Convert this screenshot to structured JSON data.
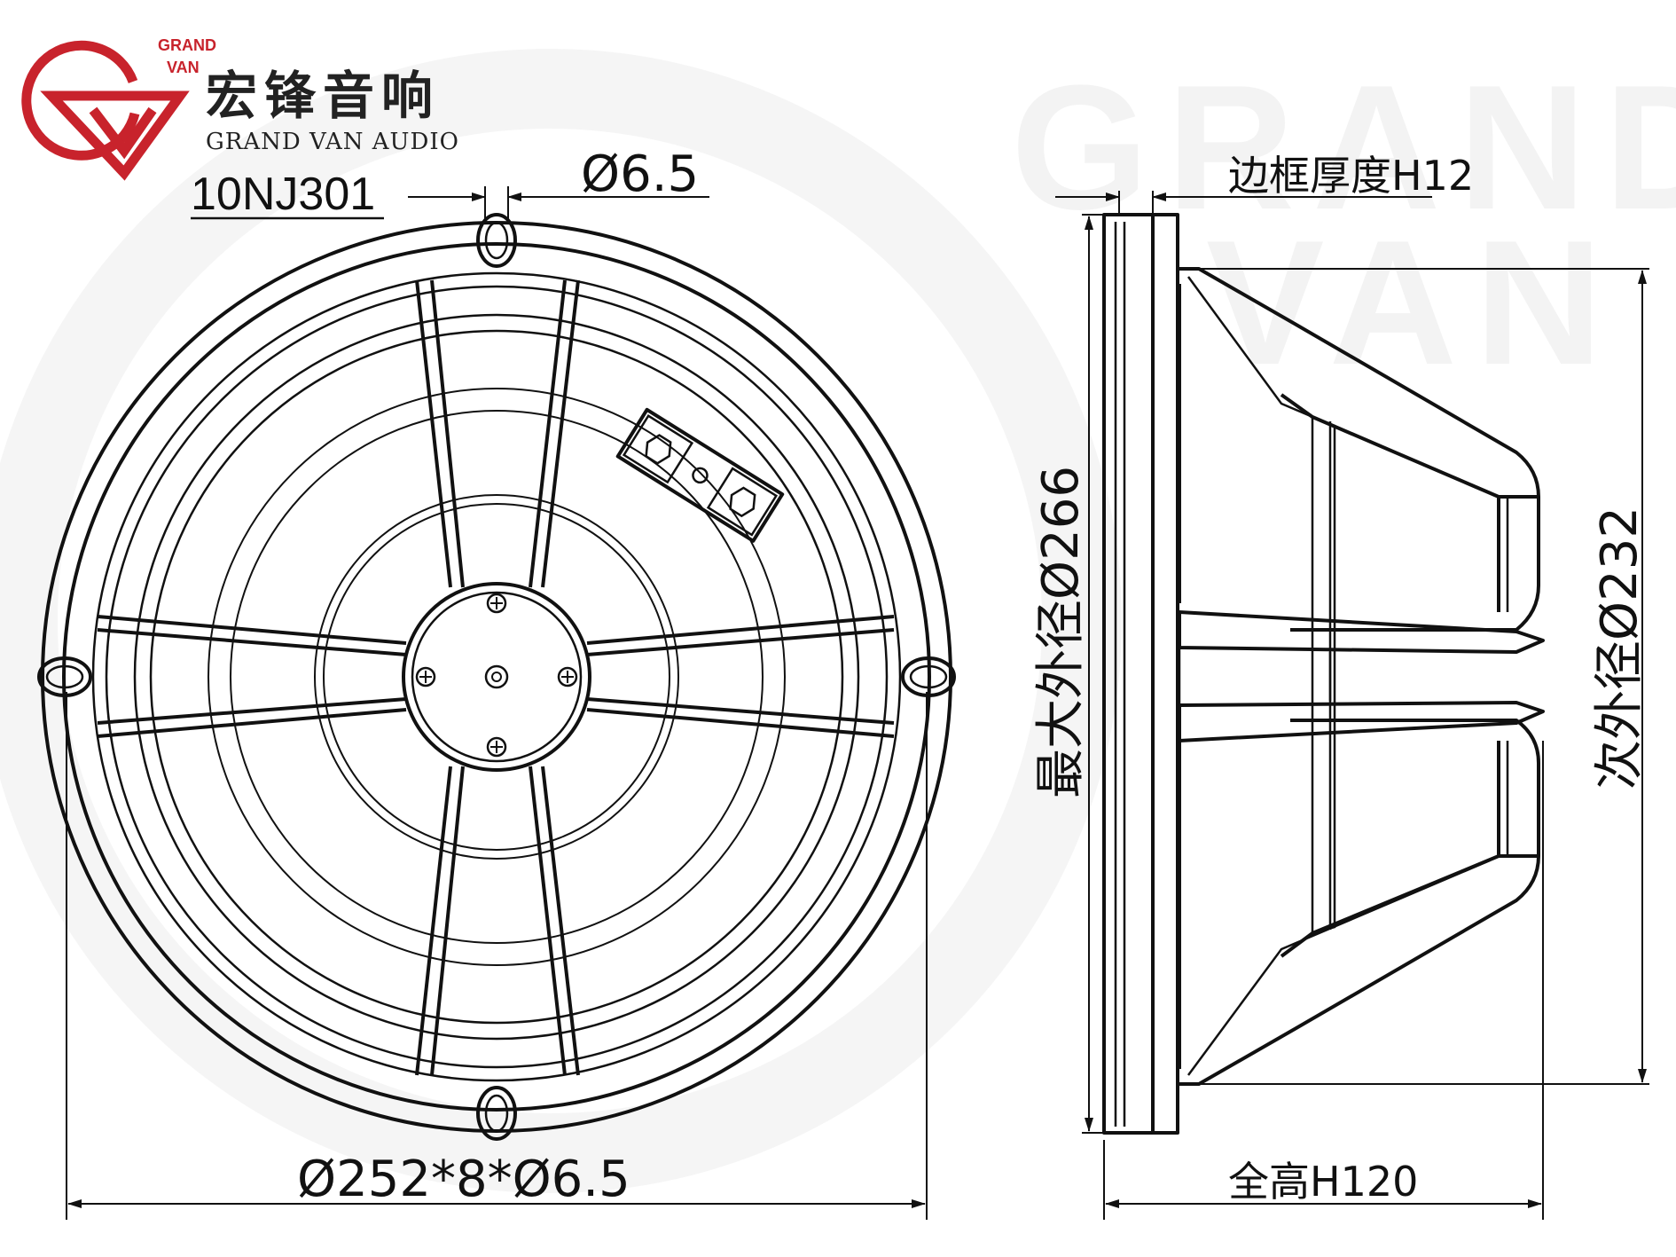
{
  "logo": {
    "badge_line1": "GRAND",
    "badge_line2": "VAN",
    "name_cn": "宏锋音响",
    "name_en": "GRAND VAN AUDIO",
    "accent_color": "#c8232c"
  },
  "model": "10NJ301",
  "watermark": {
    "line1": "GRAND",
    "line2": "VAN"
  },
  "dimensions": {
    "mount_hole": "Ø6.5",
    "frame_thickness": "边框厚度H12",
    "max_outer_diameter": "最大外径Ø266",
    "secondary_outer_diameter": "次外径Ø232",
    "bolt_circle": "Ø252*8*Ø6.5",
    "total_height": "全高H120"
  }
}
